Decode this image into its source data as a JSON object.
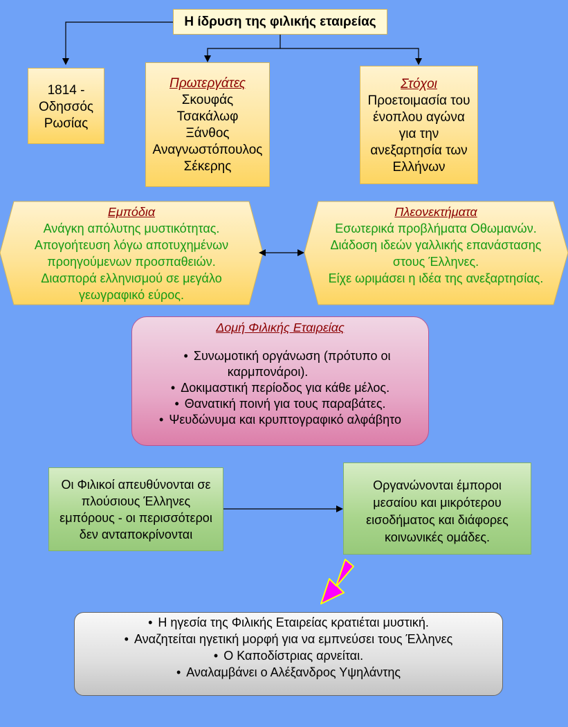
{
  "title": "Η ίδρυση της φιλικής εταιρείας",
  "founding": {
    "lines": [
      "1814 -",
      "Οδησσός",
      "Ρωσίας"
    ]
  },
  "founders": {
    "heading": "Πρωτεργάτες",
    "names": [
      "Σκουφάς",
      "Τσακάλωφ",
      "Ξάνθος",
      "Αναγνωστόπουλος",
      "Σέκερης"
    ]
  },
  "goals": {
    "heading": "Στόχοι",
    "lines": [
      "Προετοιμασία του",
      "ένοπλου αγώνα",
      "για την",
      "ανεξαρτησία των",
      "Ελλήνων"
    ]
  },
  "obstacles": {
    "heading": "Εμπόδια",
    "lines": [
      "Ανάγκη απόλυτης μυστικότητας.",
      "Απογοήτευση λόγω αποτυχημένων",
      "προηγούμενων προσπαθειών.",
      "Διασπορά ελληνισμού σε μεγάλο",
      "γεωγραφικό εύρος."
    ]
  },
  "advantages": {
    "heading": "Πλεονεκτήματα",
    "lines": [
      "Εσωτερικά προβλήματα Οθωμανών.",
      "Διάδοση ιδεών γαλλικής επανάστασης",
      "στους Έλληνες.",
      "Είχε ωριμάσει η ιδέα της ανεξαρτησίας."
    ]
  },
  "structure": {
    "heading": "Δομή Φιλικής Εταιρείας",
    "items": [
      "Συνωμοτική οργάνωση (πρότυπο οι",
      "καρμπονάροι).",
      "Δοκιμαστική περίοδος για κάθε μέλος.",
      "Θανατική ποινή για τους παραβάτες.",
      "Ψευδώνυμα και κρυπτογραφικό αλφάβητο"
    ]
  },
  "rich_merchants": {
    "lines": [
      "Οι Φιλικοί απευθύνονται σε",
      "πλούσιους Έλληνες",
      "εμπόρους - οι περισσότεροι",
      "δεν ανταποκρίνονται"
    ]
  },
  "organized": {
    "lines": [
      "Οργανώνονται έμποροι",
      "μεσαίου και μικρότερου",
      "εισοδήματος και διάφορες",
      "κοινωνικές ομάδες."
    ]
  },
  "leadership": {
    "items": [
      "Η ηγεσία της Φιλικής Εταιρείας κρατιέται μυστική.",
      "Αναζητείται ηγετική μορφή για να εμπνεύσει τους Έλληνες",
      "Ο Καποδίστριας αρνείται.",
      "Αναλαμβάνει ο Αλέξανδρος Υψηλάντης"
    ]
  },
  "colors": {
    "background": "#6fa2f7",
    "heading_red": "#8b0000",
    "text_green": "#149a14",
    "arrow_magenta": "#ff00ff",
    "arrow_outline": "#ffff00"
  }
}
